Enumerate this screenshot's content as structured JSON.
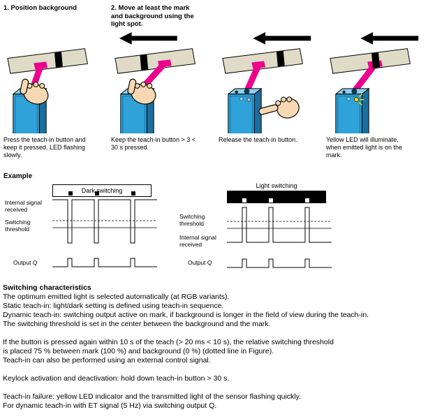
{
  "steps": [
    {
      "heading": "1. Position background",
      "caption": "Press the teach-in button and keep it pressed. LED flashing slowly."
    },
    {
      "heading": "2. Move at least the mark and background using the light spot.",
      "caption": "Keep the teach-in button > 3 < 30 s pressed."
    },
    {
      "heading": "",
      "caption": "Release the teach-in button."
    },
    {
      "heading": "",
      "caption": "Yellow LED will illuminate, when emitted light is on the mark."
    }
  ],
  "example": {
    "label": "Example",
    "dark": {
      "title": "Dark switching",
      "signal_label": "Internal signal received",
      "threshold_label": "Switching threshold",
      "output_label": "Output Q"
    },
    "light": {
      "title": "Light switching",
      "signal_label": "Internal signal received",
      "threshold_label": "Switching threshold",
      "output_label": "Output Q"
    }
  },
  "characteristics": {
    "heading": "Switching characteristics",
    "lines": [
      "The optimum emitted light is selected automatically (at RGB variants).",
      "Static teach-in: light/dark setting is defined using teach-in sequence.",
      "Dynamic teach-in: switching output active on mark, if background is longer in the field of view during the teach-in.",
      "The switching threshold is set in the center between the background and the mark.",
      "",
      "If the button is pressed again within 10 s of the teach (> 20 ms < 10 s), the relative switching threshold",
      "is placed 75 % between mark (100 %) and background (0 %) (dotted line in Figure).",
      "Teach-in can also be performed using an external control signal.",
      "",
      "Keylock activation and deactivation: hold down teach-in button > 30 s.",
      "",
      "Teach-in failure: yellow LED indicator and the transmitted light of the sensor flashing quickly.",
      "For dynamic teach-in with ET signal (5 Hz) via switching output Q."
    ]
  },
  "colors": {
    "sensor_blue": "#2fa3d9",
    "sensor_side_blue": "#1a6f9e",
    "sensor_top_blue": "#8ed0ee",
    "beam_magenta": "#ec008c",
    "surface_beige": "#dfdbc7",
    "hand_skin": "#f6d9b2",
    "led_yellow": "#ffdd00"
  }
}
